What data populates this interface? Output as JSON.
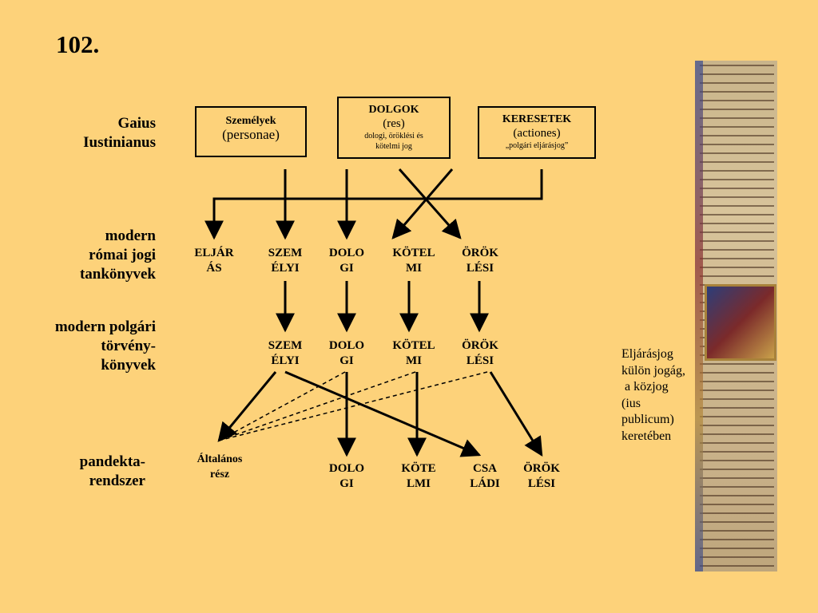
{
  "slide_number": "102.",
  "row_labels": {
    "gaius": [
      "Gaius",
      "Iustinianus"
    ],
    "modern_roman": [
      "modern",
      "római jogi",
      "tankönyvek"
    ],
    "modern_civil": [
      "modern polgári",
      "törvény-",
      "könyvek"
    ],
    "pandect": [
      "pandekta-",
      "rendszer"
    ]
  },
  "boxes": {
    "personae": {
      "title": "Személyek",
      "sub": "(personae)"
    },
    "res": {
      "title": "DOLGOK",
      "sub": "(res)",
      "note_line1": "dologi, öröklési és",
      "note_line2": "kötelmi jog"
    },
    "actiones": {
      "title": "KERESETEK",
      "sub": "(actiones)",
      "note": "„polgári eljárásjog”"
    }
  },
  "row2": [
    {
      "l1": "ELJÁR",
      "l2": "ÁS"
    },
    {
      "l1": "SZEM",
      "l2": "ÉLYI"
    },
    {
      "l1": "DOLO",
      "l2": "GI"
    },
    {
      "l1": "KÖTEL",
      "l2": "MI"
    },
    {
      "l1": "ÖRÖK",
      "l2": "LÉSI"
    }
  ],
  "row3": [
    {
      "l1": "SZEM",
      "l2": "ÉLYI"
    },
    {
      "l1": "DOLO",
      "l2": "GI"
    },
    {
      "l1": "KÖTEL",
      "l2": "MI"
    },
    {
      "l1": "ÖRÖK",
      "l2": "LÉSI"
    }
  ],
  "row4": [
    {
      "l1": "Általános",
      "l2": "rész"
    },
    {
      "l1": "DOLO",
      "l2": "GI"
    },
    {
      "l1": "KÖTE",
      "l2": "LMI"
    },
    {
      "l1": "CSA",
      "l2": "LÁDI"
    },
    {
      "l1": "ÖRÖK",
      "l2": "LÉSI"
    }
  ],
  "note": [
    "Eljárásjog",
    "külön jogág,",
    " a közjog",
    "(ius",
    "publicum)",
    "keretében"
  ]
}
